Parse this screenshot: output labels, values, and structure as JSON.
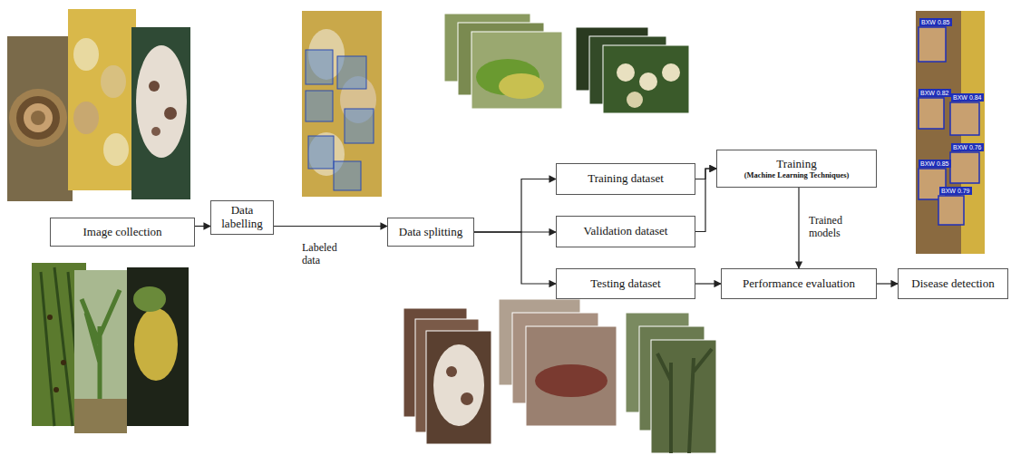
{
  "diagram": {
    "nodes": [
      {
        "text": [
          "Image collection"
        ]
      },
      {
        "text": [
          "Data labelling"
        ]
      },
      {
        "text": [
          "Data splitting"
        ]
      },
      {
        "text": [
          "Training dataset"
        ]
      },
      {
        "text": [
          "Validation dataset"
        ]
      },
      {
        "text": [
          "Testing dataset"
        ]
      },
      {
        "text": [
          "Training",
          "(Machine Learning Techniques)"
        ]
      },
      {
        "text": [
          "Performance evaluation"
        ]
      },
      {
        "text": [
          "Disease detection"
        ]
      }
    ],
    "edges": [
      {
        "from": 0,
        "to": 1,
        "arrow": "to"
      },
      {
        "from": 1,
        "to": 2,
        "label": "Labeled data",
        "arrow": "to"
      },
      {
        "from": 2,
        "to": 3,
        "arrow": "to"
      },
      {
        "from": 2,
        "to": 4,
        "arrow": "to"
      },
      {
        "from": 2,
        "to": 5,
        "arrow": "to"
      },
      {
        "from": 3,
        "to": 6,
        "arrow": "to"
      },
      {
        "from": 4,
        "to": 6,
        "arrow": "to"
      },
      {
        "from": 6,
        "to": 7,
        "label": "Trained models",
        "arrow": "to"
      },
      {
        "from": 5,
        "to": 7,
        "arrow": "to"
      },
      {
        "from": 7,
        "to": 8,
        "arrow": "to"
      }
    ],
    "labels": [
      "BXW 0.85",
      "BXW 0.82",
      "BXW 0.84",
      "BXW 0.76",
      "BXW 0.85",
      "BXW 0.79"
    ]
  }
}
